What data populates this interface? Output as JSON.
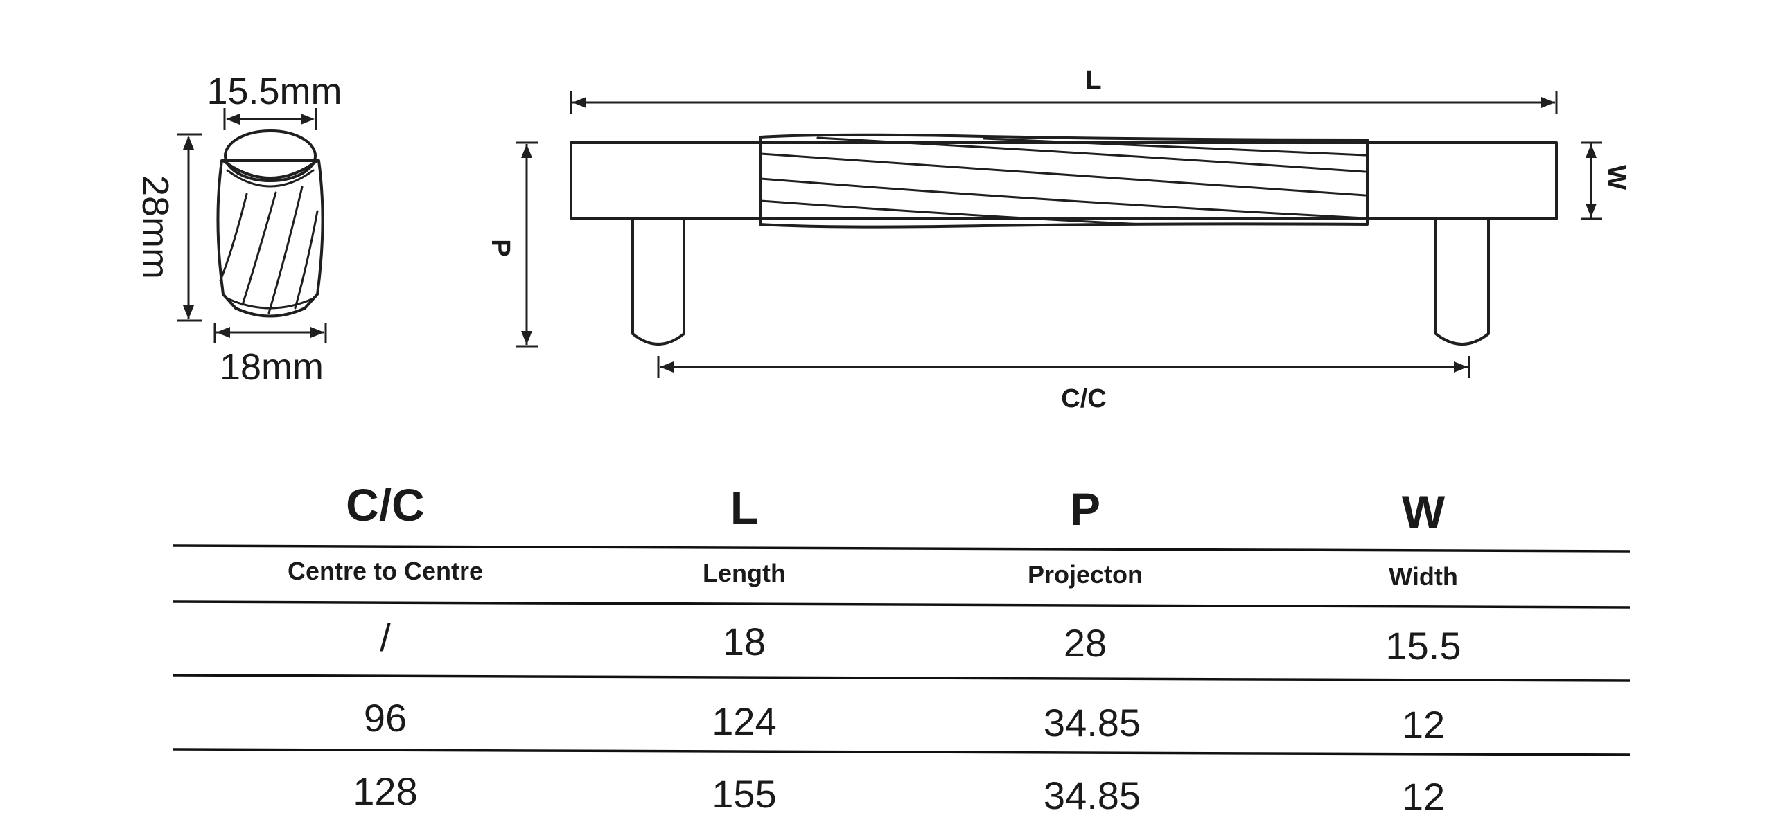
{
  "knob": {
    "top_width": "15.5mm",
    "height": "28mm",
    "bottom_width": "18mm"
  },
  "handle": {
    "length_label": "L",
    "projection_label": "P",
    "width_label": "W",
    "centre_label": "C/C"
  },
  "table": {
    "columns": [
      {
        "code": "C/C",
        "name": "Centre to Centre"
      },
      {
        "code": "L",
        "name": "Length"
      },
      {
        "code": "P",
        "name": "Projecton"
      },
      {
        "code": "W",
        "name": "Width"
      }
    ],
    "rows": [
      [
        "/",
        "18",
        "28",
        "15.5"
      ],
      [
        "96",
        "124",
        "34.85",
        "12"
      ],
      [
        "128",
        "155",
        "34.85",
        "12"
      ]
    ]
  }
}
